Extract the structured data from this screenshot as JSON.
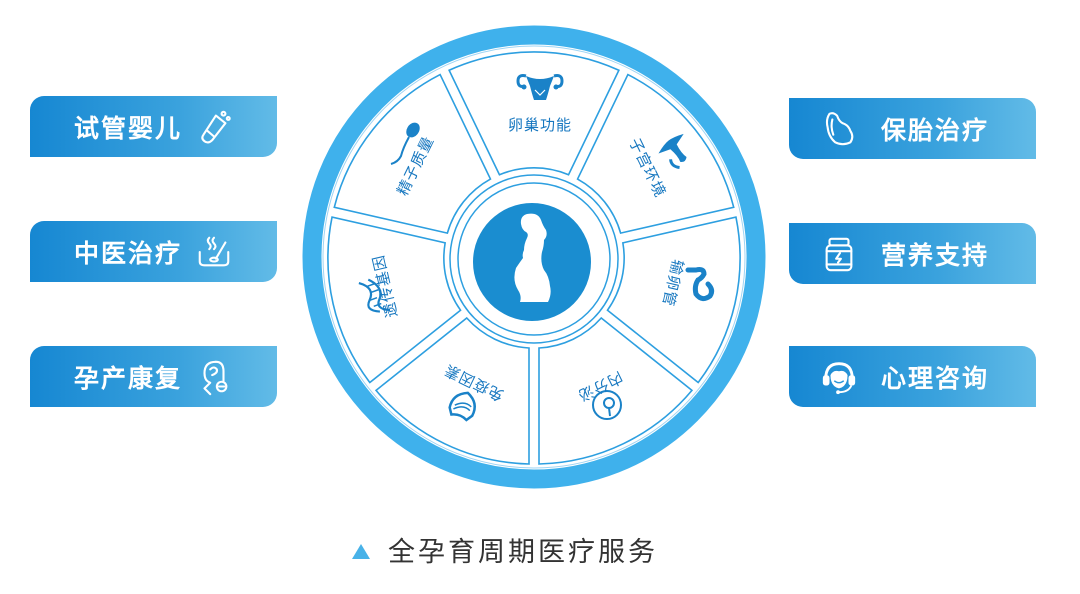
{
  "colors": {
    "ring": "#3fb1ec",
    "segment_outline": "#2d9fe0",
    "hub_fill": "#1a8dd0",
    "segment_text": "#1878c0",
    "button_gradient_start": "#1687d2",
    "button_gradient_end": "#62bbe7",
    "caption_triangle": "#48b2e8"
  },
  "left_buttons": [
    {
      "label": "试管婴儿",
      "icon": "test-tube-icon"
    },
    {
      "label": "中医治疗",
      "icon": "herbal-bowl-icon"
    },
    {
      "label": "孕产康复",
      "icon": "mother-baby-icon"
    }
  ],
  "right_buttons": [
    {
      "label": "保胎治疗",
      "icon": "uterus-protect-icon"
    },
    {
      "label": "营养支持",
      "icon": "supplement-jar-icon"
    },
    {
      "label": "心理咨询",
      "icon": "headset-counselor-icon"
    }
  ],
  "wheel": {
    "center_icon": "pregnant-woman-icon",
    "segments": [
      {
        "label": "卵巢功能",
        "icon": "ovary-icon"
      },
      {
        "label": "子宫环境",
        "icon": "uterus-icon"
      },
      {
        "label": "输卵管",
        "icon": "fallopian-tube-icon"
      },
      {
        "label": "内分泌",
        "icon": "endocrine-icon"
      },
      {
        "label": "免疫因素",
        "icon": "immune-shield-icon"
      },
      {
        "label": "遗传基因",
        "icon": "dna-icon"
      },
      {
        "label": "精子质量",
        "icon": "sperm-icon"
      }
    ]
  },
  "caption": {
    "marker": "triangle-icon",
    "text": "全孕育周期医疗服务"
  }
}
